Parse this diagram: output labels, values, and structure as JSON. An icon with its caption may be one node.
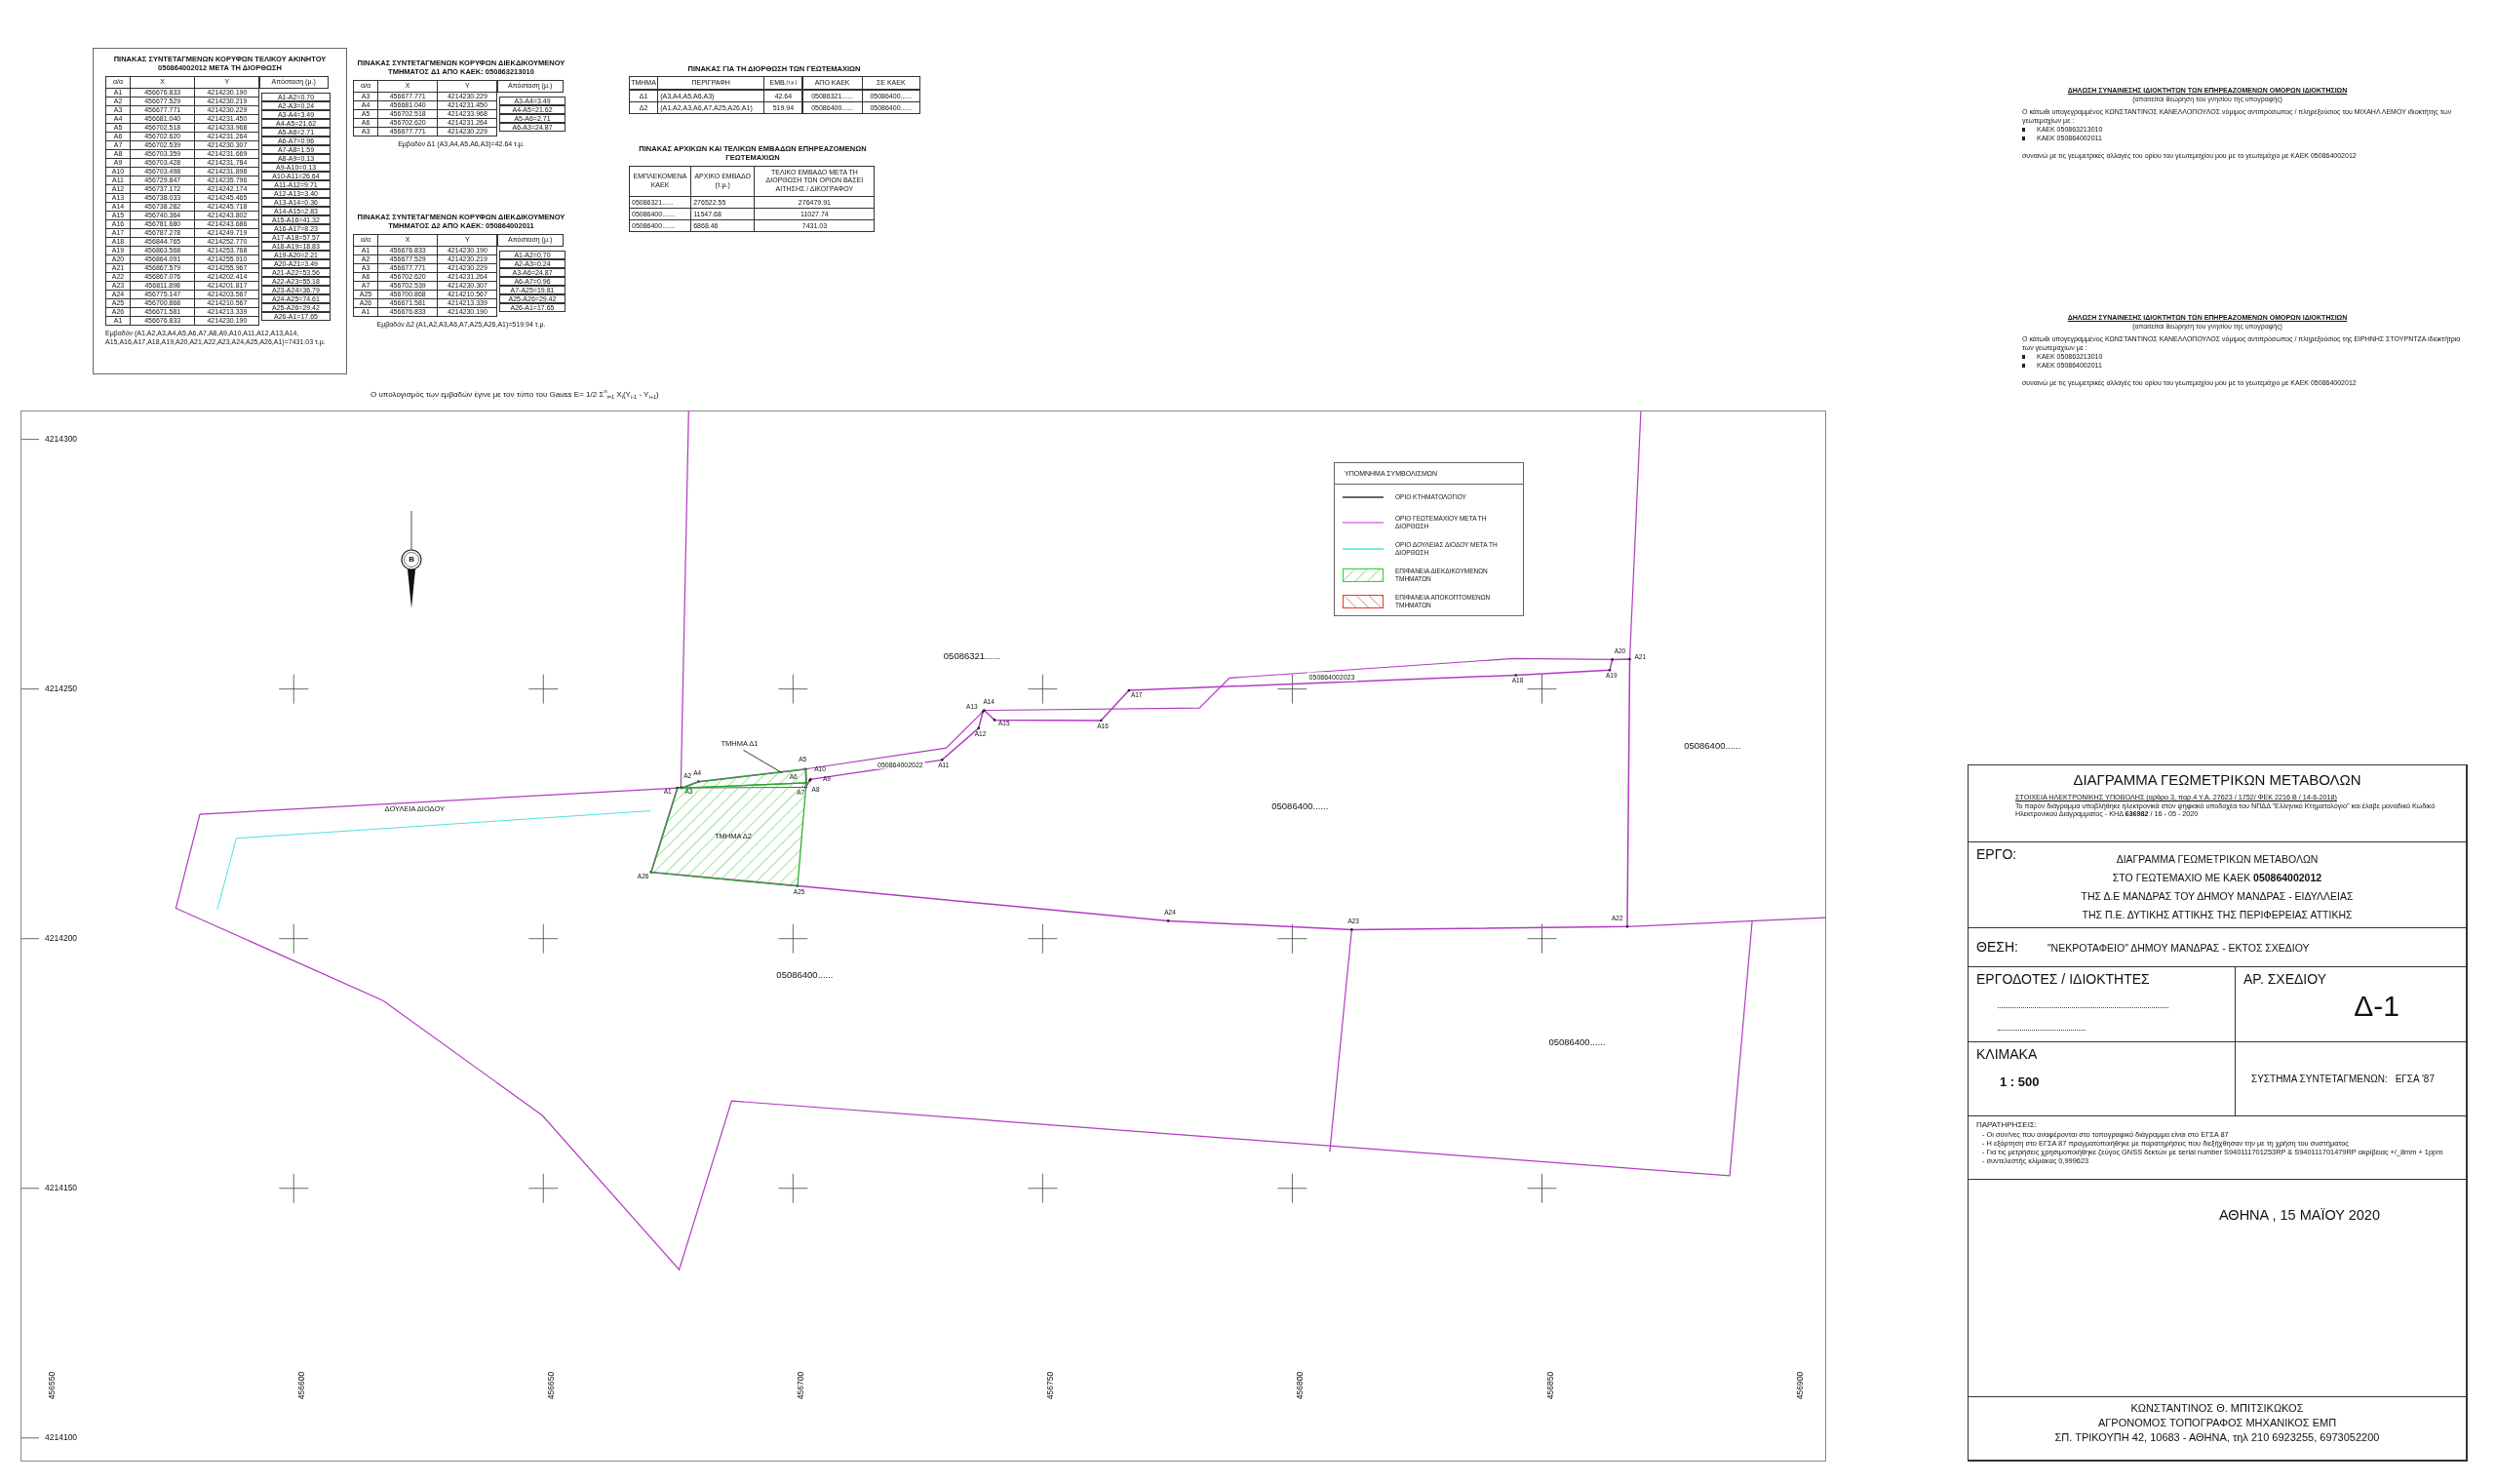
{
  "diagram": {
    "nodes": [
      {
        "text": [
          "ΔΙΑΓΡΑΜΜΑ ΓΕΩΜΕΤΡΙΚΩΝ ΜΕΤΑΒΟΛΩΝ",
          "ΣΤΟΙΧΕΙΑ ΗΛΕΚΤΡΟΝΙΚΗΣ ΥΠΟΒΟΛΗΣ (αρθρο 3, παρ.4 Υ.Α. 27623 / 1752/ ΦΕΚ 2216 Β / 14-6-2018)",
          "Το παρόν διάγραμμα υποβλήθηκε ηλεκτρονικά στον ψηφιακό υποδοχέα του ΝΠΔΔ \"Ελληνικό Κτηματολόγιο\" και έλαβε μοναδικό Κωδικό Ηλεκτρονικού Διαγραμματος - ΚΗΔ **636982** / 16 - 05 - 2020"
        ]
      },
      {
        "text": [
          "ΕΡΓΟ:",
          "ΔΙΑΓΡΑΜΜΑ ΓΕΩΜΕΤΡΙΚΩΝ ΜΕΤΑΒΟΛΩΝ",
          "ΣΤΟ ΓΕΩΤΕΜΑΧΙΟ ΜΕ ΚΑΕΚ **050864002012**",
          "ΤΗΣ Δ.Ε ΜΑΝΔΡΑΣ ΤΟΥ ΔΗΜΟΥ ΜΑΝΔΡΑΣ - ΕΙΔΥΛΛΕΙΑΣ",
          "ΤΗΣ Π.Ε. ΔΥΤΙΚΗΣ ΑΤΤΙΚΗΣ ΤΗΣ ΠΕΡΙΦΕΡΕΙΑΣ ΑΤΤΙΚΗΣ"
        ]
      },
      {
        "text": [
          "ΘΕΣΗ:",
          "\"ΝΕΚΡΟΤΑΦΕΙΟ\" ΔΗΜΟΥ ΜΑΝΔΡΑΣ - ΕΚΤΟΣ ΣΧΕΔΙΟΥ"
        ]
      },
      {
        "text": [
          "ΕΡΓΟΔΟΤΕΣ / ΙΔΙΟΚΤΗΤΕΣ"
        ]
      },
      {
        "text": [
          "ΑΡ. ΣΧΕΔΙΟΥ",
          "Δ-1"
        ]
      },
      {
        "text": [
          "ΚΛΙΜΑΚΑ",
          "1 : 500"
        ]
      },
      {
        "text": [
          "ΣΥΣΤΗΜΑ ΣΥΝΤΕΤΑΓΜΕΝΩΝ:",
          "ΕΓΣΑ '87"
        ]
      },
      {
        "text": [
          "ΠΑΡΑΤΗΡΗΣΕΙΣ:",
          "- Οι συν/νες που αναφέρονται στο τοπογραφικό διάγραμμα είναι στο ΕΓΣΑ 87",
          "- Η εξάρτηση στο ΕΓΣΑ 87 πραγματοποιήθηκε με παρατηρήσεις που διεξήχθησαν την με τη χρήση του συστήματος",
          "- Για τις μετρήσεις χρησιμοποιήθηκε ζεύγος GNSS δεκτών με serial number S940111701253RP & S940111701479RP ακρίβειας +/_8mm + 1ppm",
          "- συντελεστής κλίμακας 0,999623"
        ]
      },
      {
        "text": [
          "ΑΘΗΝΑ , 15 ΜΑΪΟΥ 2020"
        ]
      },
      {
        "text": [
          "ΚΩΝΣΤΑΝΤΙΝΟΣ Θ. ΜΠΙΤΣΙΚΩΚΟΣ",
          "ΑΓΡΟΝΟΜΟΣ ΤΟΠΟΓΡΑΦΟΣ ΜΗΧΑΝΙΚΟΣ ΕΜΠ",
          "ΣΠ. ΤΡΙΚΟΥΠΗ 42, 10683 - ΑΘΗΝΑ, τηλ 210 6923255, 6973052200"
        ]
      },
      {
        "text": [
          "ΤΜΗΜΑ Δ1"
        ]
      },
      {
        "text": [],
        "shape": "box"
      },
      {
        "text": [
          "ΤΜΗΜΑ Δ2"
        ]
      }
    ],
    "edges": [
      {
        "from": 10,
        "to": 11,
        "arrow": "none"
      }
    ],
    "labels": [
      "ΠΙΝΑΚΑΣ ΣΥΝΤΕΤΑΓΜΕΝΩΝ ΚΟΡΥΦΩΝ ΤΕΛΙΚΟΥ ΑΚΙΝΗΤΟΥ **050864002012** ΜΕΤΑ ΤΗ ΔΙΟΡΘΩΣΗ",
      "α/α",
      "X",
      "Y",
      "Απόσταση (μ.)",
      "A1",
      "456676.833",
      "4214230.190",
      "A1-A2=0.70",
      "A2",
      "456677.529",
      "4214230.219",
      "A2-A3=0.24",
      "A3",
      "456677.771",
      "4214230.229",
      "A3-A4=3.49",
      "A4",
      "456681.040",
      "4214231.450",
      "A4-A5=21.62",
      "A5",
      "456702.518",
      "4214233.968",
      "A5-A6=2.71",
      "A6",
      "456702.620",
      "4214231.264",
      "A6-A7=0.96",
      "A7",
      "456702.539",
      "4214230.307",
      "A7-A8=1.59",
      "A8",
      "456703.359",
      "4214231.669",
      "A8-A9=0.13",
      "A9",
      "456703.428",
      "4214231.784",
      "A9-A10=0.13",
      "A10",
      "456703.498",
      "4214231.898",
      "A10-A11=26.64",
      "A11",
      "456729.847",
      "4214235.796",
      "A11-A12=9.71",
      "A12",
      "456737.172",
      "4214242.174",
      "A12-A13=3.40",
      "A13",
      "456738.033",
      "4214245.465",
      "A13-A14=0.36",
      "A14",
      "456738.282",
      "4214245.718",
      "A14-A15=2.83",
      "A15",
      "456740.364",
      "4214243.802",
      "A15-A16=41.32",
      "A16",
      "456781.680",
      "4214243.686",
      "A16-A17=8.23",
      "A17",
      "456787.278",
      "4214249.719",
      "A17-A18=57.57",
      "A18",
      "456844.765",
      "4214252.770",
      "A18-A19=18.83",
      "A19",
      "456863.568",
      "4214253.768",
      "A19-A20=2.21",
      "A20",
      "456864.091",
      "4214255.910",
      "A20-A21=3.49",
      "A21",
      "456867.579",
      "4214255.967",
      "A21-A22=53.56",
      "A22",
      "456867.076",
      "4214202.414",
      "A22-A23=55.18",
      "A23",
      "456811.898",
      "4214201.817",
      "A23-A24=36.79",
      "A24",
      "456775.147",
      "4214203.567",
      "A24-A25=74.61",
      "A25",
      "456700.868",
      "4214210.567",
      "A25-A26=29.42",
      "A26",
      "456671.581",
      "4214213.339",
      "A26-A1=17.65",
      "A1",
      "456676.833",
      "4214230.190",
      "Εμβαδόν (A1,A2,A3,A4,A5,A6,A7,A8,A9,A10,A11,A12,A13,A14, A15,A16,A17,A18,A19,A20,A21,A22,A23,A24,A25,A26,A1)=7431.03 τ.μ.",
      "ΠΙΝΑΚΑΣ ΣΥΝΤΕΤΑΓΜΕΝΩΝ ΚΟΡΥΦΩΝ ΔΙΕΚΔΙΚΟΥΜΕΝΟΥ ΤΜΗΜΑΤΟΣ Δ1 ΑΠΟ ΚΑΕΚ: 050863213010",
      "α/α",
      "X",
      "Y",
      "Απόσταση (μ.)",
      "A3",
      "456677.771",
      "4214230.229",
      "A3-A4=3.49",
      "A4",
      "456681.040",
      "4214231.450",
      "A4-A5=21.62",
      "A5",
      "456702.518",
      "4214233.968",
      "A5-A6=2.71",
      "A6",
      "456702.620",
      "4214231.264",
      "A6-A3=24.87",
      "A3",
      "456677.771",
      "4214230.229",
      "Εμβαδόν Δ1 (A3,A4,A5,A6,A3)=42.64 τ.μ.",
      "ΠΙΝΑΚΑΣ ΣΥΝΤΕΤΑΓΜΕΝΩΝ ΚΟΡΥΦΩΝ ΔΙΕΚΔΙΚΟΥΜΕΝΟΥ ΤΜΗΜΑΤΟΣ Δ2 ΑΠΟ ΚΑΕΚ: 050864002011",
      "α/α",
      "X",
      "Y",
      "Απόσταση (μ.)",
      "A1",
      "456676.833",
      "4214230.190",
      "A1-A2=0.70",
      "A2",
      "456677.529",
      "4214230.219",
      "A2-A3=0.24",
      "A3",
      "456677.771",
      "4214230.229",
      "A3-A6=24.87",
      "A6",
      "456702.620",
      "4214231.264",
      "A6-A7=0.96",
      "A7",
      "456702.539",
      "4214230.307",
      "A7-A25=19.81",
      "A25",
      "456700.868",
      "4214210.567",
      "A25-A26=29.42",
      "A26",
      "456671.581",
      "4214213.339",
      "A26-A1=17.65",
      "A1",
      "456676.833",
      "4214230.190",
      "Εμβαδόν Δ2 (A1,A2,A3,A6,A7,A25,A26,A1)=519.94 τ.μ.",
      "ΠΙΝΑΚΑΣ ΓΙΑ ΤΗ ΔΙΟΡΘΩΣΗ ΤΩΝ ΓΕΩΤΕΜΑΧΙΩΝ",
      "ΤΜΗΜΑ",
      "ΠΕΡΙΓΡΑΦΗ",
      "ΕΜΒ.$_{(τ.μ.)}$",
      "ΑΠΟ ΚΑΕΚ",
      "ΣΕ ΚΑΕΚ",
      "Δ1",
      "(A3,A4,A5,A6,A3)",
      "42.64",
      "05086321......",
      "05086400......",
      "Δ2",
      "(A1,A2,A3,A6,A7,A25,A26,A1)",
      "519.94",
      "05086400......",
      "05086400......",
      "ΠΙΝΑΚΑΣ ΑΡΧΙΚΩΝ ΚΑΙ ΤΕΛΙΚΩΝ ΕΜΒΑΔΩΝ ΕΠΗΡΕΑΖΟΜΕΝΩΝ ΓΕΩΤΕΜΑΧΙΩΝ",
      "ΕΜΠΛΕΚΟΜΕΝΑ ΚΑΕΚ",
      "ΑΡΧΙΚΟ ΕΜΒΑΔΟ (τ.μ.)",
      "ΤΕΛΙΚΟ ΕΜΒΑΔΟ ΜΕΤΑ ΤΗ ΔΙΟΡΘΩΣΗ ΤΩΝ ΟΡΙΩΝ ΒΑΣΕΙ ΑΙΤΗΣΗΣ / ΔΙΚΟΓΡΑΦΟΥ",
      "05086321......",
      "276522.55",
      "276479.91",
      "05086400.......",
      "11547.68",
      "11027.74",
      "05086400.......",
      "6868.46",
      "7431.03",
      "ΔΗΛΩΣΗ ΣΥΝΑΙΝΕΣΗΣ ΙΔΙΟΚΤΗΤΩΝ ΤΩΝ ΕΠΗΡΕΑΖΟΜΕΝΩΝ ΟΜΟΡΩΝ ΙΔΙΟΚΤΗΣΙΩΝ",
      "(απαιτείται θεώρηση του γνησίου της υπογραφής)",
      "Ο κάτωθι υπογεγραμμένος ΚΩΝΣΤΑΝΤΙΝΟΣ ΚΑΝΕΛΛΟΠΟΥΛΟΣ νόμιμος αντιπρόσωπος / πληρεξούσιος του ΜΙΧΑΗΛ ΛΕΜΟΥ ιδιοκτήτης των γεωτεμαχίων με :",
      "ΚΑΕΚ 050863213010",
      "ΚΑΕΚ 050864002011",
      "συναινώ με τις γεωμετρικές αλλαγές του ορίου του γεωτεμαχίου μου με το γεωτεμάχιο με ΚΑΕΚ 050864002012",
      "ΔΗΛΩΣΗ ΣΥΝΑΙΝΕΣΗΣ ΙΔΙΟΚΤΗΤΩΝ ΤΩΝ ΕΠΗΡΕΑΖΟΜΕΝΩΝ ΟΜΟΡΩΝ ΙΔΙΟΚΤΗΣΙΩΝ",
      "(απαιτείται θεώρηση του γνησίου της υπογραφής)",
      "Ο κάτωθι υπογεγραμμένος ΚΩΝΣΤΑΝΤΙΝΟΣ ΚΑΝΕΛΛΟΠΟΥΛΟΣ νόμιμος αντιπρόσωπος / πληρεξούσιος της ΕΙΡΗΝΗΣ ΣΤΟΥΡΝΤΖΑ ιδιοκτήτρια των γεωτεμαχίων με :",
      "ΚΑΕΚ 050863213010",
      "ΚΑΕΚ 050864002011",
      "συναινώ με τις γεωμετρικές αλλαγές του ορίου του γεωτεμαχίου μου με το γεωτεμάχιο με ΚΑΕΚ 050864002012",
      "Ο υπολογισμός των εμβαδών έγινε με τον τύπο του Gauss E= 1/2 Σ$^{n}$$_{i=1}$ X$_{i}$(Y$_{i-1}$ - Y$_{i+1}$)",
      "ΥΠΟΜΝΗΜΑ ΣΥΜΒΟΛΙΣΜΩΝ",
      "4214300",
      "4214250",
      "4214200",
      "4214150",
      "4214100",
      "Β",
      "05086321......",
      "050864002023",
      "05086400......",
      "050864002022",
      "ΔΟΥΛΕΙΑ ΔΙΟΔΟΥ",
      "05086400......",
      "05086400......",
      "05086400......",
      "A1",
      "A2",
      "A3",
      "A4",
      "A5",
      "A6",
      "A7",
      "A8",
      "A9",
      "A10",
      "A11",
      "A12",
      "A13",
      "A14",
      "A15",
      "A16",
      "A17",
      "A18",
      "A19",
      "A20",
      "A21",
      "A22",
      "A23",
      "A24",
      "A25",
      "A26",
      "456550",
      "456600",
      "456650",
      "456700",
      "456750",
      "456800",
      "456850",
      "456900"
    ],
    "legend": [
      {
        "text": "ΟΡΙΟ ΚΤΗΜΑΤΟΛΟΓΙΟΥ"
      },
      {
        "text": "ΟΡΙΟ ΓΕΩΤΕΜΑΧΙΟΥ ΜΕΤΑ ΤΗ ΔΙΟΡΘΩΣΗ"
      },
      {
        "text": "ΟΡΙΟ ΔΟΥΛΕΙΑΣ ΔΙΟΔΟΥ ΜΕΤΑ ΤΗ ΔΙΟΡΘΩΣΗ"
      },
      {
        "text": "ΕΠΙΦΑΝΕΙΑ ΔΙΕΚΔΙΚΟΥΜΕΝΩΝ ΤΜΗΜΑΤΩΝ"
      },
      {
        "text": "ΕΠΙΦΑΝΕΙΑ ΑΠΟΚΟΠΤΟΜΕΝΩΝ ΤΜΗΜΑΤΩΝ"
      }
    ]
  }
}
